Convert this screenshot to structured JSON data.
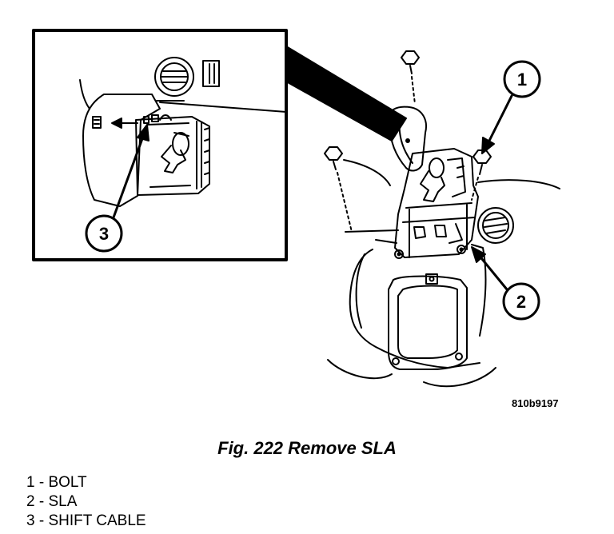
{
  "figure": {
    "caption": "Fig. 222 Remove SLA",
    "image_code": "810b9197",
    "callouts": [
      "1",
      "2",
      "3"
    ]
  },
  "legend": [
    "1 - BOLT",
    "2 - SLA",
    "3 - SHIFT CABLE"
  ]
}
